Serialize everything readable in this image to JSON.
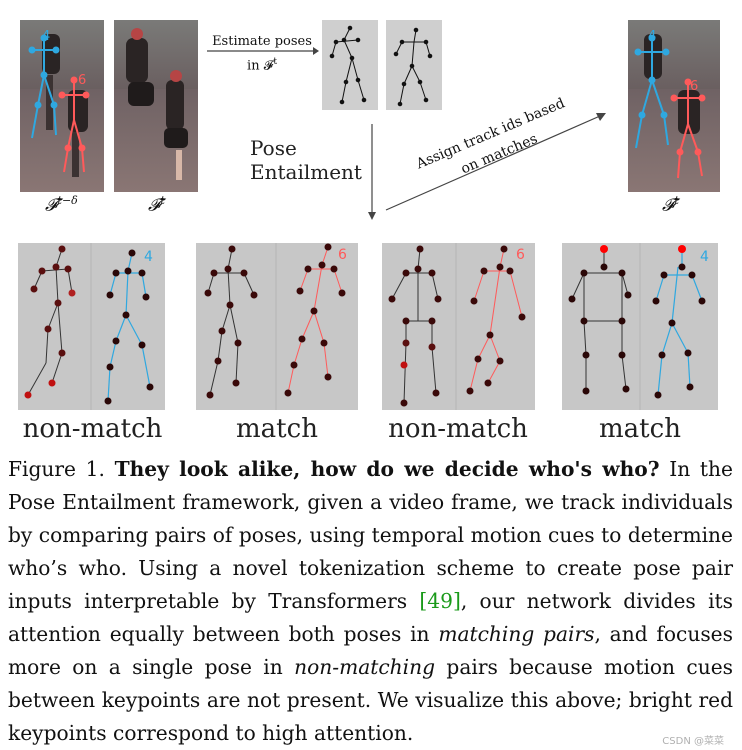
{
  "figure": {
    "frames": {
      "prev_label": "𝓕",
      "prev_sup": "t−δ",
      "curr_label": "𝓕",
      "curr_sup": "t",
      "out_label": "𝓕",
      "out_sup": "t"
    },
    "estimate_line1": "Estimate poses",
    "estimate_line2": "in 𝓕",
    "estimate_sup": "t",
    "pose_entailment_line1": "Pose",
    "pose_entailment_line2": "Entailment",
    "assign_line1": "Assign track ids based",
    "assign_line2": "on matches",
    "track_ids": {
      "photo_top": "4",
      "photo_bottom": "6",
      "out_top": "4",
      "out_bottom": "6",
      "panel1": "4",
      "panel2": "6",
      "panel3": "6",
      "panel4": "4"
    },
    "panels": [
      {
        "label": "non-match"
      },
      {
        "label": "match"
      },
      {
        "label": "non-match"
      },
      {
        "label": "match"
      }
    ],
    "colors": {
      "blue_track": "#2fa8e0",
      "red_track": "#ff5a5a",
      "panel_bg": "#c7c7c7",
      "citation": "#1a9a1a"
    }
  },
  "caption": {
    "prefix": "Figure 1. ",
    "title": "They look alike, how do we decide who's who?",
    "body_1": " In the Pose Entailment framework, given a video frame, we track individuals by comparing pairs of poses, using temporal motion cues to determine who’s who. Using a novel tokenization scheme to create pose pair inputs interpretable by Transformers ",
    "citation": "[49]",
    "body_2": ", our network divides its attention equally between both poses in ",
    "em_1": "matching pairs",
    "body_3": ", and focuses more on a single pose in ",
    "em_2": "non-matching",
    "body_4": " pairs because motion cues between keypoints are not present. We visualize this above; bright red keypoints correspond to high attention."
  },
  "watermark": "CSDN @菜菜"
}
